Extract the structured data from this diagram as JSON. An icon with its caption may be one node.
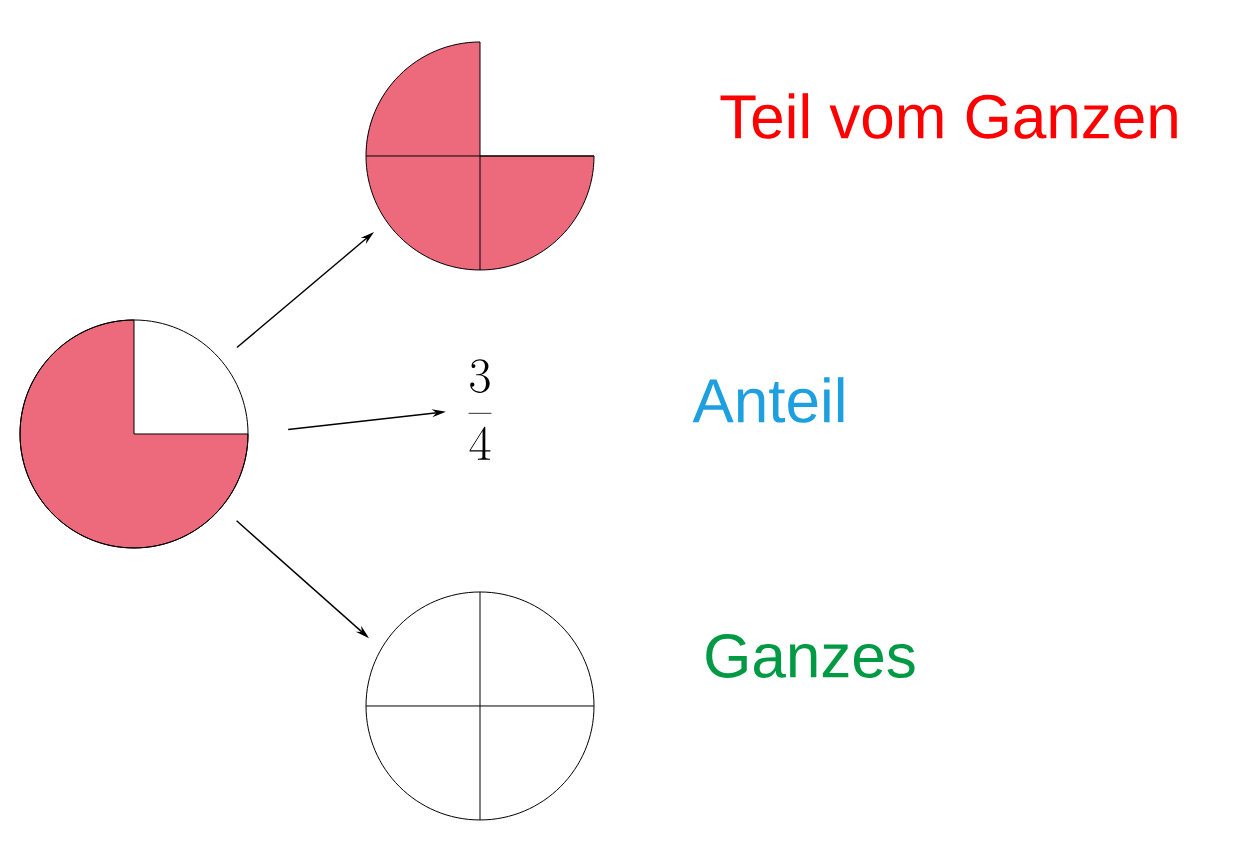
{
  "diagram": {
    "nodes": [
      {
        "text": [],
        "shape": "circle"
      },
      {
        "text": [],
        "shape": "circle",
        "beside": [
          "Teil vom Ganzen"
        ]
      },
      {
        "text": [
          "\\frac{3}{4}"
        ],
        "beside": [
          "Anteil"
        ]
      },
      {
        "text": [],
        "shape": "circle",
        "beside": [
          "Ganzes"
        ]
      }
    ],
    "edges": [
      {
        "from": 0,
        "to": 1,
        "arrow": "to"
      },
      {
        "from": 0,
        "to": 2,
        "arrow": "to"
      },
      {
        "from": 0,
        "to": 3,
        "arrow": "to"
      }
    ]
  }
}
